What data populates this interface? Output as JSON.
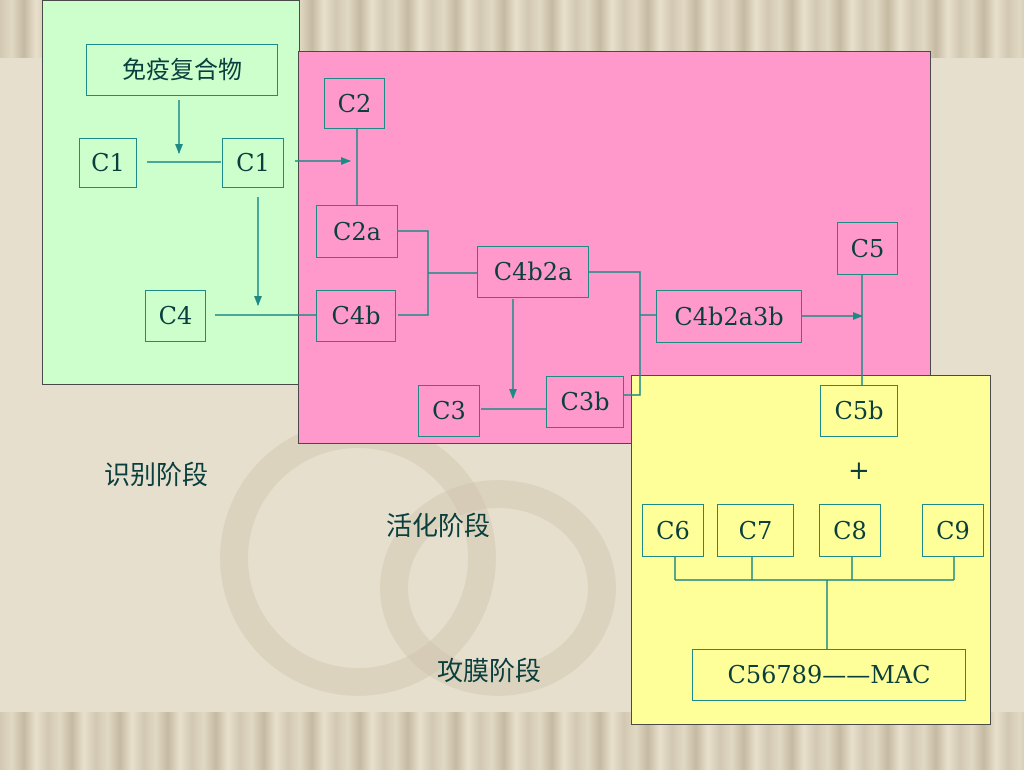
{
  "diagram": {
    "boxes": {
      "immune_complex": "免疫复合物",
      "c1_left": "C1",
      "c1_right": "C1",
      "c2": "C2",
      "c2a": "C2a",
      "c4": "C4",
      "c4b": "C4b",
      "c4b2a": "C4b2a",
      "c4b2a3b": "C4b2a3b",
      "c3": "C3",
      "c3b": "C3b",
      "c5": "C5",
      "c5b": "C5b",
      "c6": "C6",
      "c7": "C7",
      "c8": "C8",
      "c9": "C9",
      "mac": "C56789——MAC"
    },
    "plus": "+",
    "stages": {
      "recognition": "识别阶段",
      "activation": "活化阶段",
      "membrane_attack": "攻膜阶段"
    },
    "colors": {
      "recognition_region": "#ccffcc",
      "activation_region": "#ff99cc",
      "attack_region": "#ffff99",
      "line": "#1e8a86",
      "text": "#0a3f3d"
    }
  }
}
